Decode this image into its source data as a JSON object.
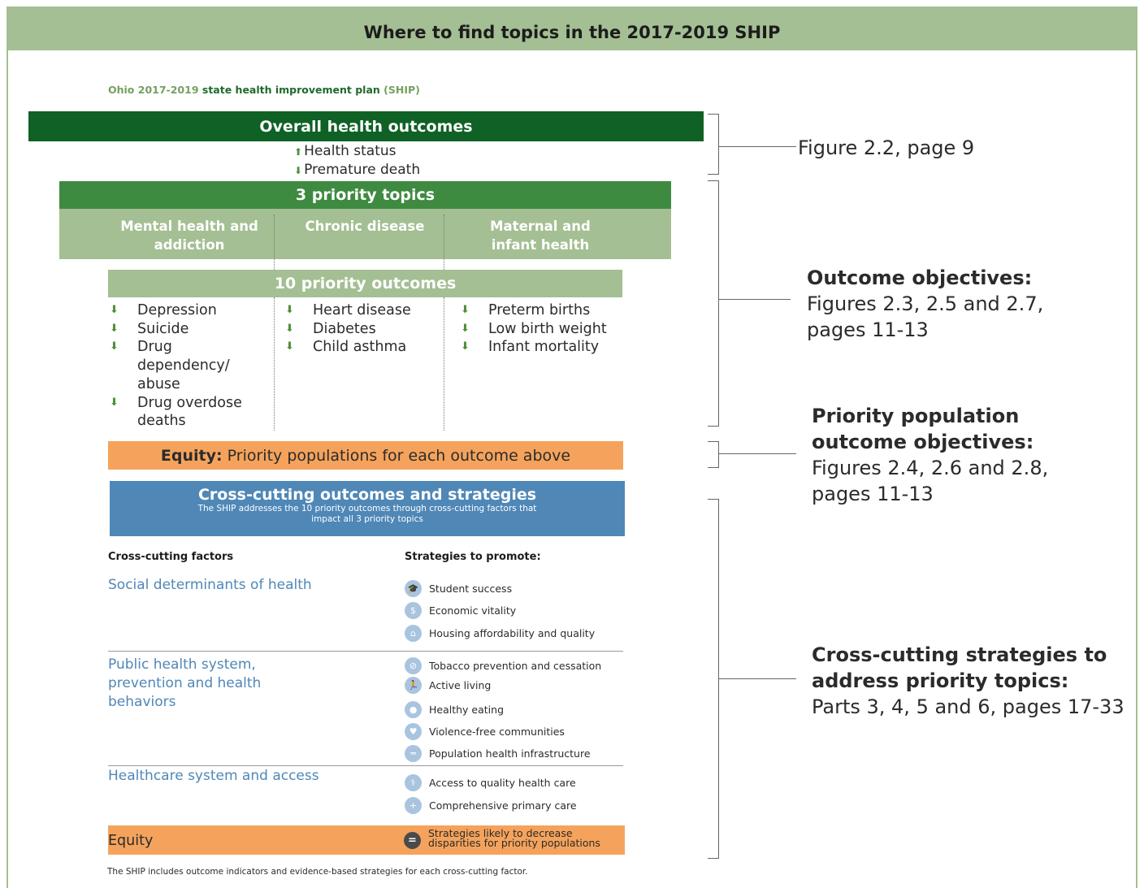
{
  "title": "Where to find topics in the 2017-2019 SHIP",
  "subtitle": {
    "part1": "Ohio 2017-2019",
    "part2": "state health improvement plan",
    "part3": "(SHIP)"
  },
  "overall": {
    "label": "Overall health outcomes",
    "items": [
      {
        "direction": "up",
        "arrow": "⬆",
        "label": "Health status"
      },
      {
        "direction": "down",
        "arrow": "⬇",
        "label": "Premature death"
      }
    ]
  },
  "priority_topics": {
    "label": "3 priority topics",
    "topics": [
      {
        "line1": "Mental health and",
        "line2": "addiction"
      },
      {
        "line1": "Chronic disease",
        "line2": ""
      },
      {
        "line1": "Maternal and",
        "line2": "infant health"
      }
    ]
  },
  "priority_outcomes": {
    "label": "10 priority outcomes",
    "arrow": "⬇",
    "columns": [
      [
        "Depression",
        "Suicide",
        "Drug dependency/ abuse",
        "Drug overdose deaths"
      ],
      [
        "Heart disease",
        "Diabetes",
        "Child asthma"
      ],
      [
        "Preterm births",
        "Low birth weight",
        "Infant mortality"
      ]
    ]
  },
  "equity_bar": {
    "bold": "Equity:",
    "text": "Priority populations for each outcome above"
  },
  "cross_cutting": {
    "title": "Cross-cutting outcomes and strategies",
    "sub1": "The SHIP addresses the 10 priority outcomes through cross-cutting factors that",
    "sub2": "impact all 3 priority topics",
    "factors_header": "Cross-cutting factors",
    "strategies_header": "Strategies to promote:",
    "factors": [
      {
        "label": "Social determinants of health"
      },
      {
        "label": "Public health system, prevention and health behaviors"
      },
      {
        "label": "Healthcare system and access"
      }
    ],
    "strategies": [
      {
        "icon": "graduation-cap-icon",
        "glyph": "🎓",
        "label": "Student success"
      },
      {
        "icon": "dollar-icon",
        "glyph": "$",
        "label": "Economic vitality"
      },
      {
        "icon": "house-icon",
        "glyph": "⌂",
        "label": "Housing affordability and quality"
      },
      {
        "icon": "no-smoking-icon",
        "glyph": "⊘",
        "label": "Tobacco prevention and cessation"
      },
      {
        "icon": "runner-icon",
        "glyph": "🏃",
        "label": "Active living"
      },
      {
        "icon": "apple-icon",
        "glyph": "●",
        "label": "Healthy eating"
      },
      {
        "icon": "heart-icon",
        "glyph": "♥",
        "label": "Violence-free communities"
      },
      {
        "icon": "infrastructure-icon",
        "glyph": "═",
        "label": "Population health infrastructure"
      },
      {
        "icon": "stethoscope-icon",
        "glyph": "⚕",
        "label": "Access to quality health care"
      },
      {
        "icon": "plus-icon",
        "glyph": "+",
        "label": "Comprehensive primary care"
      }
    ],
    "equity": {
      "label": "Equity",
      "icon": "equals-icon",
      "glyph": "=",
      "line1": "Strategies likely to decrease",
      "line2": "disparities for priority populations"
    },
    "footnote": "The SHIP includes outcome indicators and evidence-based strategies for each cross-cutting factor."
  },
  "references": [
    {
      "bold": "",
      "text": "Figure 2.2, page 9"
    },
    {
      "bold": "Outcome objectives:",
      "text": "Figures 2.3, 2.5 and 2.7, pages 11-13"
    },
    {
      "bold": "Priority population outcome objectives:",
      "text": "Figures 2.4, 2.6 and 2.8, pages 11-13"
    },
    {
      "bold": "Cross-cutting strategies to address priority topics:",
      "text": "Parts 3, 4, 5 and 6, pages 17-33"
    }
  ]
}
